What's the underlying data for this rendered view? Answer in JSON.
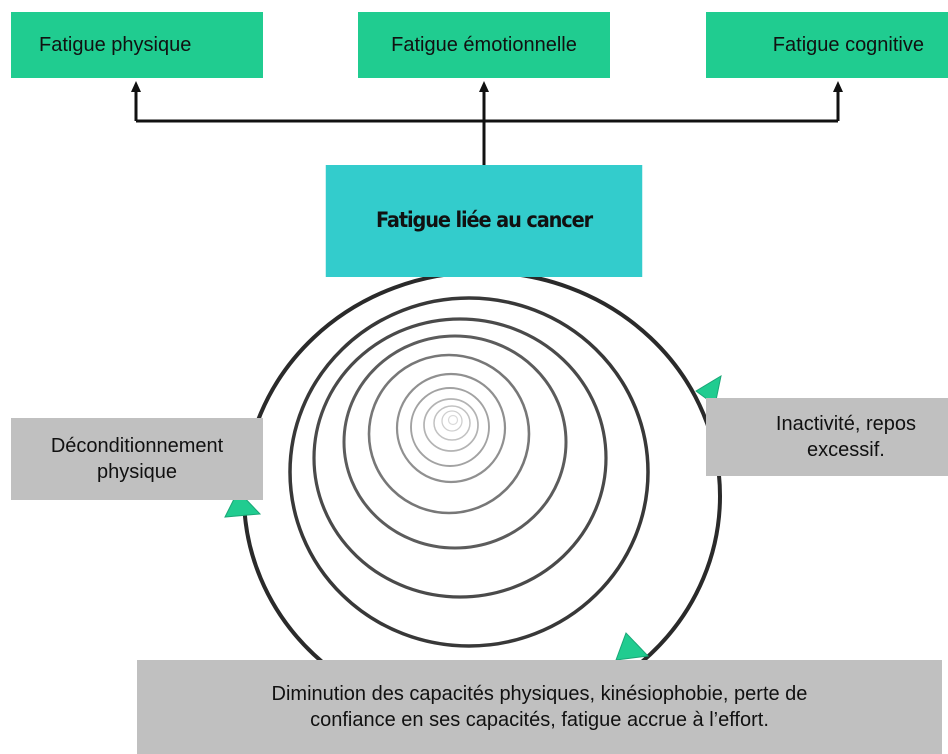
{
  "fatigue_types": {
    "physique": "Fatigue physique",
    "emotionnelle": "Fatigue émotionnelle",
    "cognitive": "Fatigue cognitive"
  },
  "central": {
    "label": "Fatigue liée au cancer"
  },
  "cycle": {
    "inactivite": [
      "Inactivité, repos",
      "excessif."
    ],
    "deconditionnement": [
      "Déconditionnement",
      "physique"
    ],
    "diminution": [
      "Diminution des capacités physiques, kinésiophobie, perte de",
      "confiance en ses capacités, fatigue accrue à l’effort."
    ]
  },
  "colors": {
    "fatigue_type_box": "#20cc90",
    "central_box": "#33cccc",
    "cycle_box": "#c0c0c0",
    "cycle_arrow": "#20cc90",
    "connector": "#111111"
  }
}
